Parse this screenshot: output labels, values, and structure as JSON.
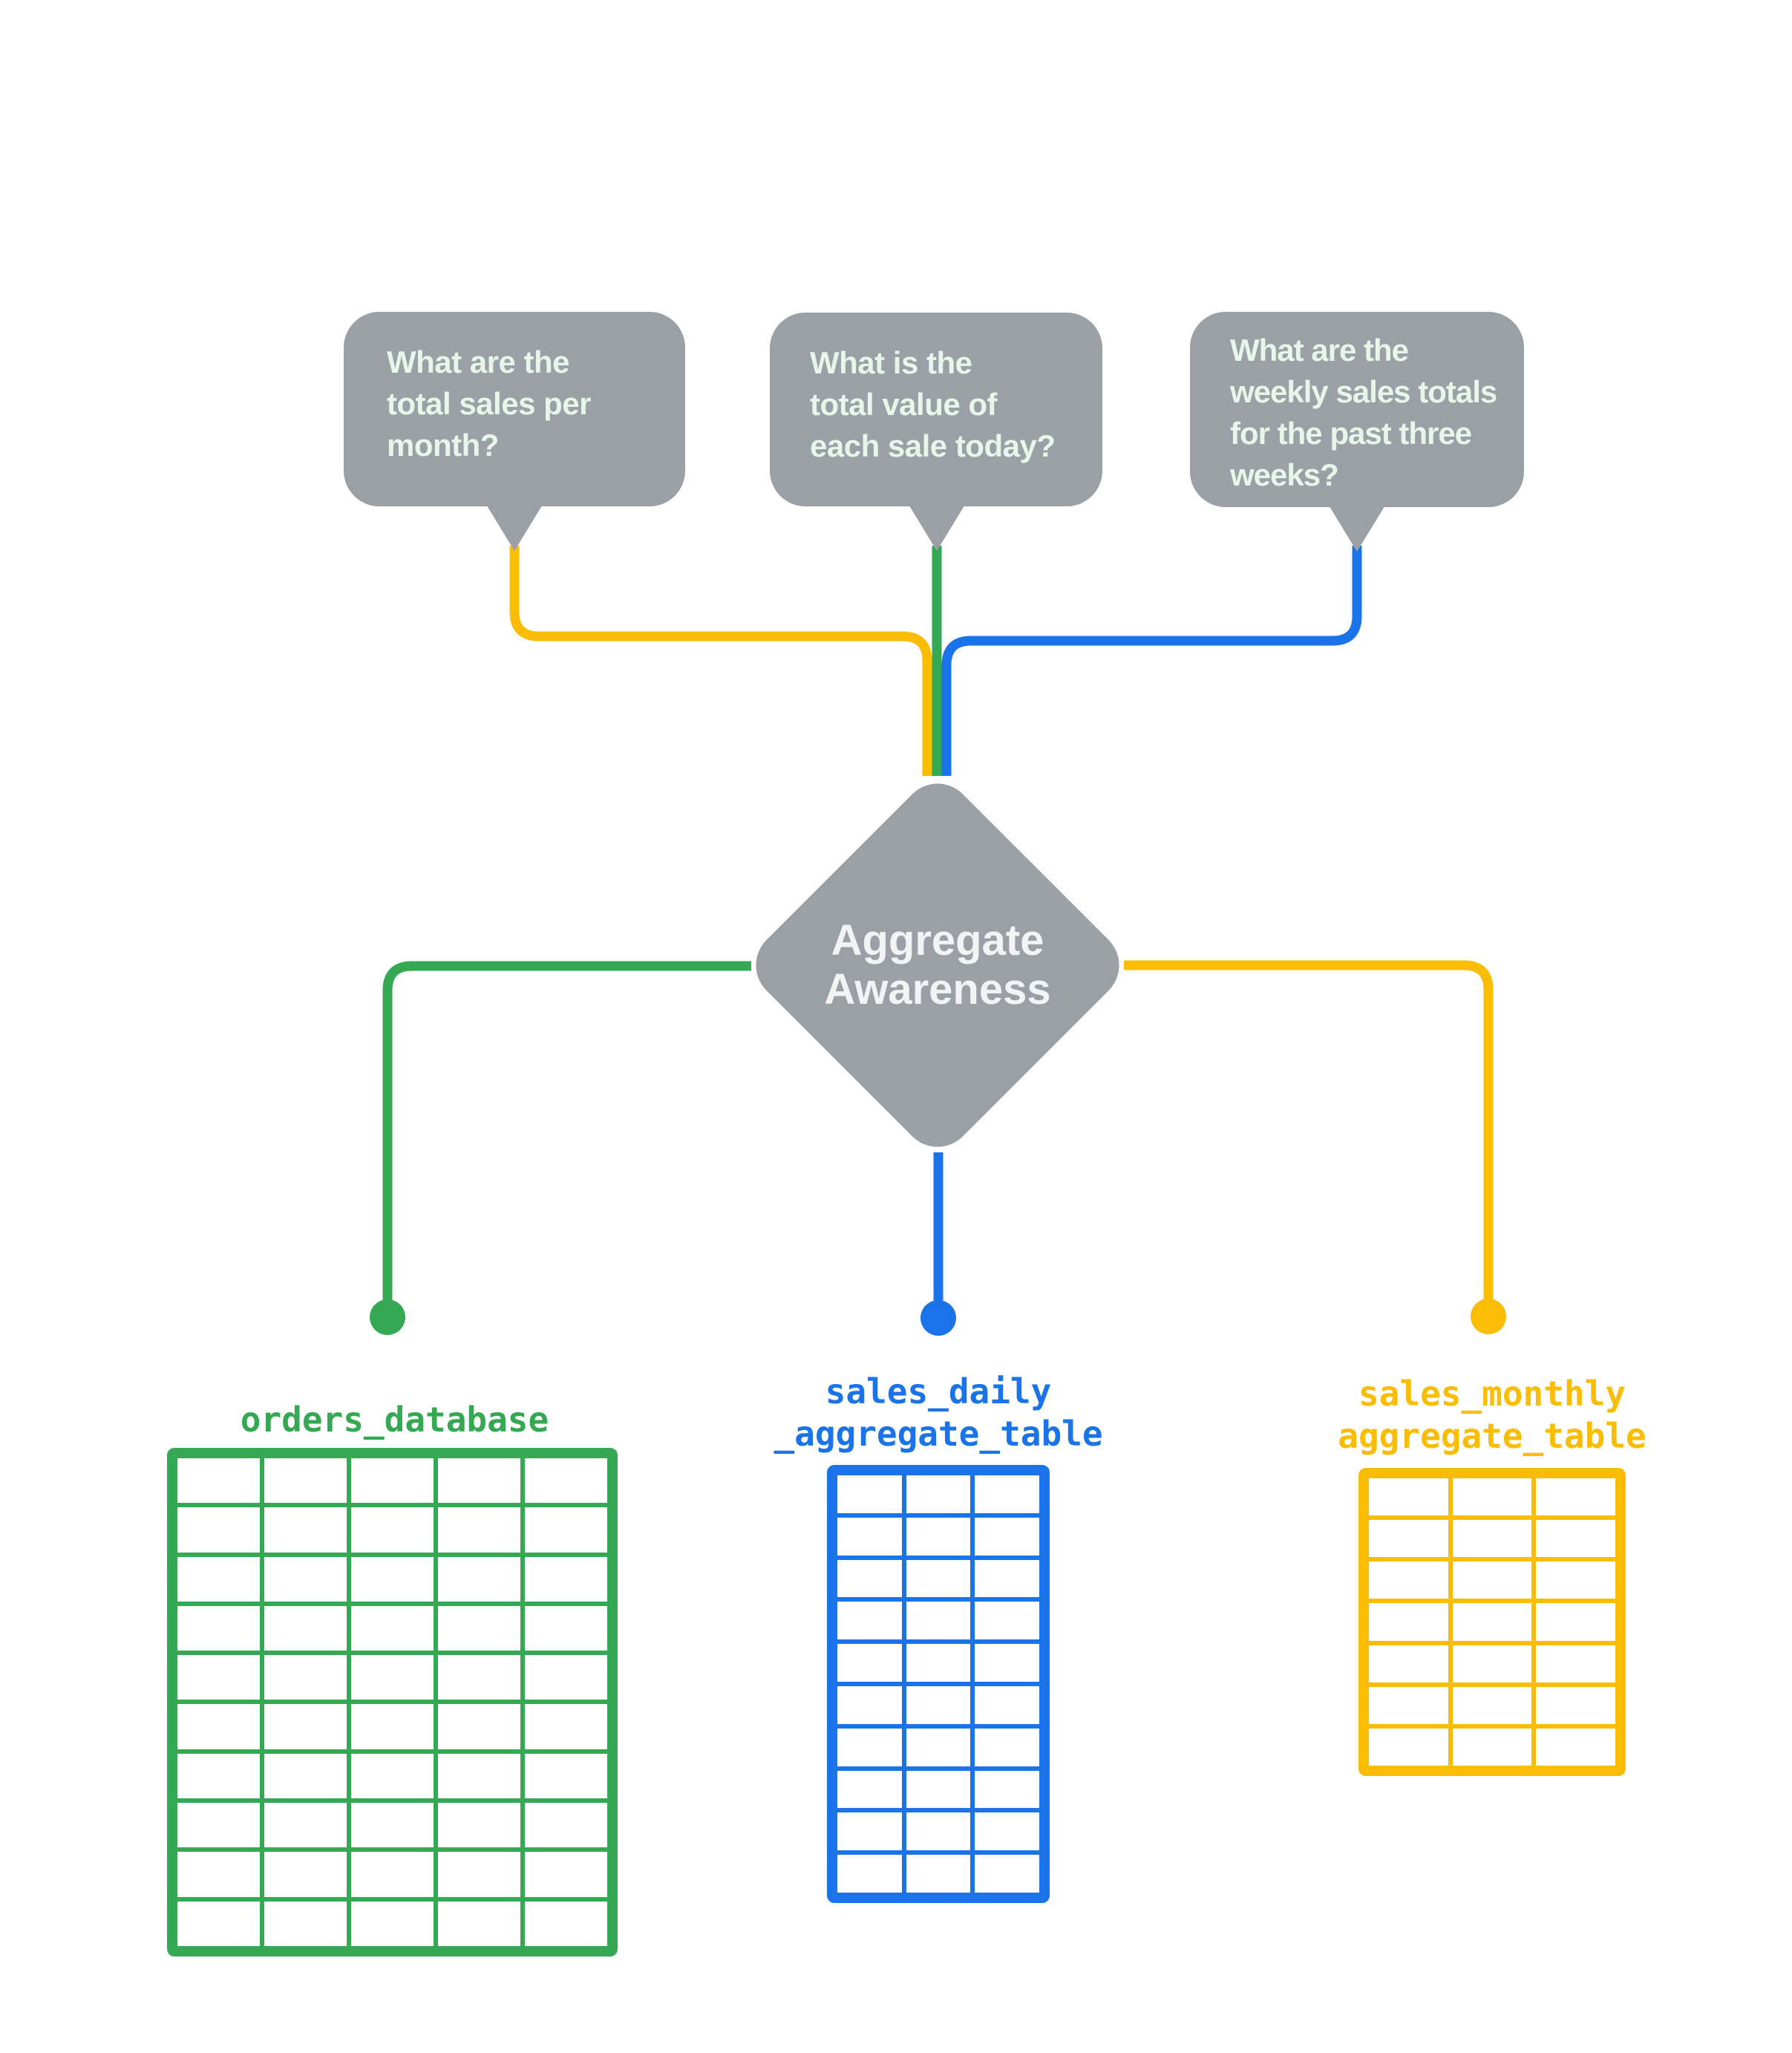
{
  "colors": {
    "gray": "#9AA0A6",
    "green": "#34A853",
    "blue": "#1A73E8",
    "yellow": "#FBBC04",
    "bubble_text": "#E8F5E9",
    "diamond_text": "#F1F3F4",
    "background": "#FFFFFF"
  },
  "bubbles": [
    {
      "id": "monthly-question",
      "lines": [
        "What are the",
        "total sales per",
        "month?"
      ],
      "connector_color": "#FBBC04"
    },
    {
      "id": "daily-question",
      "lines": [
        "What is the",
        "total value of",
        "each sale today?"
      ],
      "connector_color": "#34A853"
    },
    {
      "id": "weekly-question",
      "lines": [
        "What are the",
        "weekly sales totals",
        "for the past three",
        "weeks?"
      ],
      "connector_color": "#1A73E8"
    }
  ],
  "diamond": {
    "lines": [
      "Aggregate",
      "Awareness"
    ]
  },
  "tables": [
    {
      "id": "orders-database",
      "label_lines": [
        "orders_database"
      ],
      "color": "#34A853",
      "columns": 5,
      "rows": 10
    },
    {
      "id": "sales-daily-aggregate",
      "label_lines": [
        "sales_daily",
        "_aggregate_table"
      ],
      "color": "#1A73E8",
      "columns": 3,
      "rows": 10
    },
    {
      "id": "sales-monthly-aggregate",
      "label_lines": [
        "sales_monthly",
        "aggregate_table"
      ],
      "color": "#FBBC04",
      "columns": 3,
      "rows": 7
    }
  ]
}
